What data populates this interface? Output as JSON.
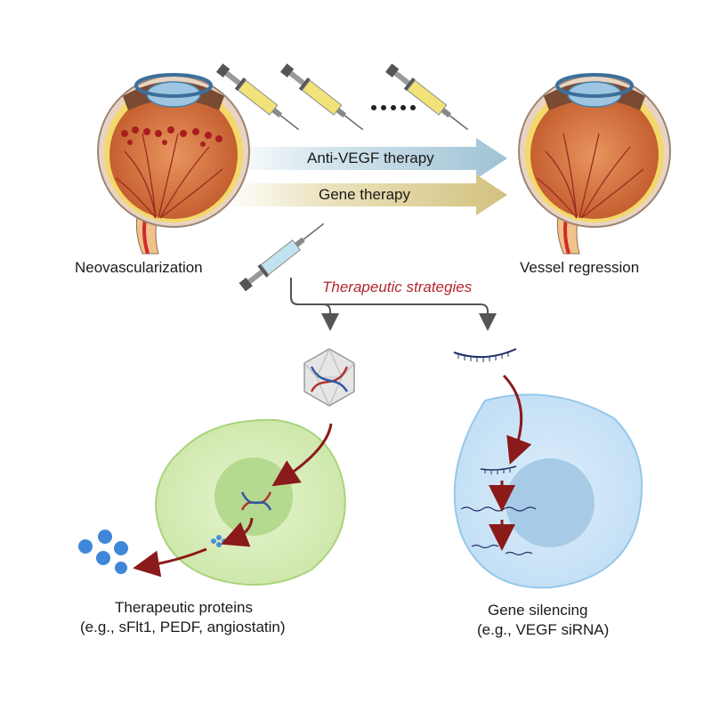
{
  "labels": {
    "neovascularization": "Neovascularization",
    "vessel_regression": "Vessel regression",
    "anti_vegf": "Anti-VEGF therapy",
    "gene_therapy": "Gene therapy",
    "strategies": "Therapeutic strategies",
    "proteins_line1": "Therapeutic proteins",
    "proteins_line2": "(e.g., sFlt1, PEDF, angiostatin)",
    "silencing_line1": "Gene silencing",
    "silencing_line2": "(e.g., VEGF siRNA)"
  },
  "colors": {
    "anti_vegf_arrow": "#a9c9d8",
    "gene_arrow": "#d9cc8e",
    "strategies_text": "#b3262e",
    "green_cell": "#d7ecb8",
    "blue_cell": "#cfe6f7",
    "dark_red_arrow": "#8b1a1a"
  }
}
